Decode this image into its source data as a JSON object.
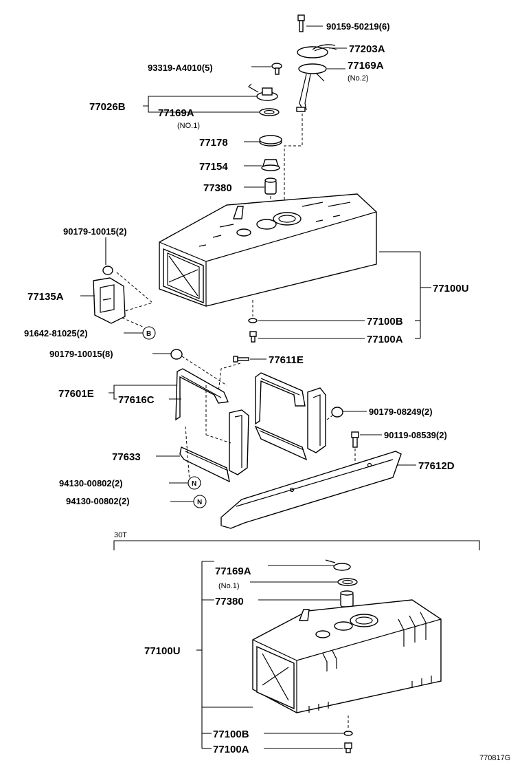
{
  "labels": {
    "p90159": "90159-50219(6)",
    "p77203A": "77203A",
    "p77169A_no2": "77169A",
    "note_no2": "(No.2)",
    "p93319": "93319-A4010(5)",
    "p77026B": "77026B",
    "p77169A_no1": "77169A",
    "note_no1": "(NO.1)",
    "p77178": "77178",
    "p77154": "77154",
    "p77380": "77380",
    "p90179_10015_2": "90179-10015(2)",
    "p77135A": "77135A",
    "p91642": "91642-81025(2)",
    "circ_b": "B",
    "p77100U": "77100U",
    "p77100B": "77100B",
    "p77100A": "77100A",
    "p90179_10015_8": "90179-10015(8)",
    "p77611E": "77611E",
    "p77601E": "77601E",
    "p77616C": "77616C",
    "p90179_08249": "90179-08249(2)",
    "p90119_08539": "90119-08539(2)",
    "p77633": "77633",
    "p77612D": "77612D",
    "p94130_a": "94130-00802(2)",
    "p94130_b": "94130-00802(2)",
    "circ_n1": "N",
    "circ_n2": "N",
    "section_30T": "30T",
    "s2_77169A": "77169A",
    "s2_note_no1": "(No.1)",
    "s2_77380": "77380",
    "s2_77100U": "77100U",
    "s2_77100B": "77100B",
    "s2_77100A": "77100A",
    "figure_code": "770817G"
  }
}
